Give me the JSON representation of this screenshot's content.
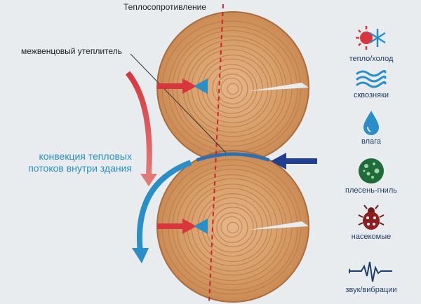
{
  "diagram": {
    "label_thermal_resistance": "Теплосопротивление",
    "label_insulation": "межвенцовый утеплитель",
    "label_convection_line1": "конвекция тепловых",
    "label_convection_line2": "потоков внутри здания"
  },
  "legend": [
    {
      "icon": "sun-snowflake-icon",
      "label": "тепло/холод"
    },
    {
      "icon": "wind-waves-icon",
      "label": "сквозняки"
    },
    {
      "icon": "water-drop-icon",
      "label": "влага"
    },
    {
      "icon": "mold-icon",
      "label": "плесень-гниль"
    },
    {
      "icon": "bug-icon",
      "label": "насекомые"
    },
    {
      "icon": "sound-wave-icon",
      "label": "звук/вибрации"
    }
  ],
  "colors": {
    "background": "#e9ecef",
    "warm_red": "#d8353d",
    "cool_blue": "#2a8fc6",
    "dark_blue": "#223f8f",
    "wood": "#d9a06c",
    "ring": "#b97a48"
  }
}
